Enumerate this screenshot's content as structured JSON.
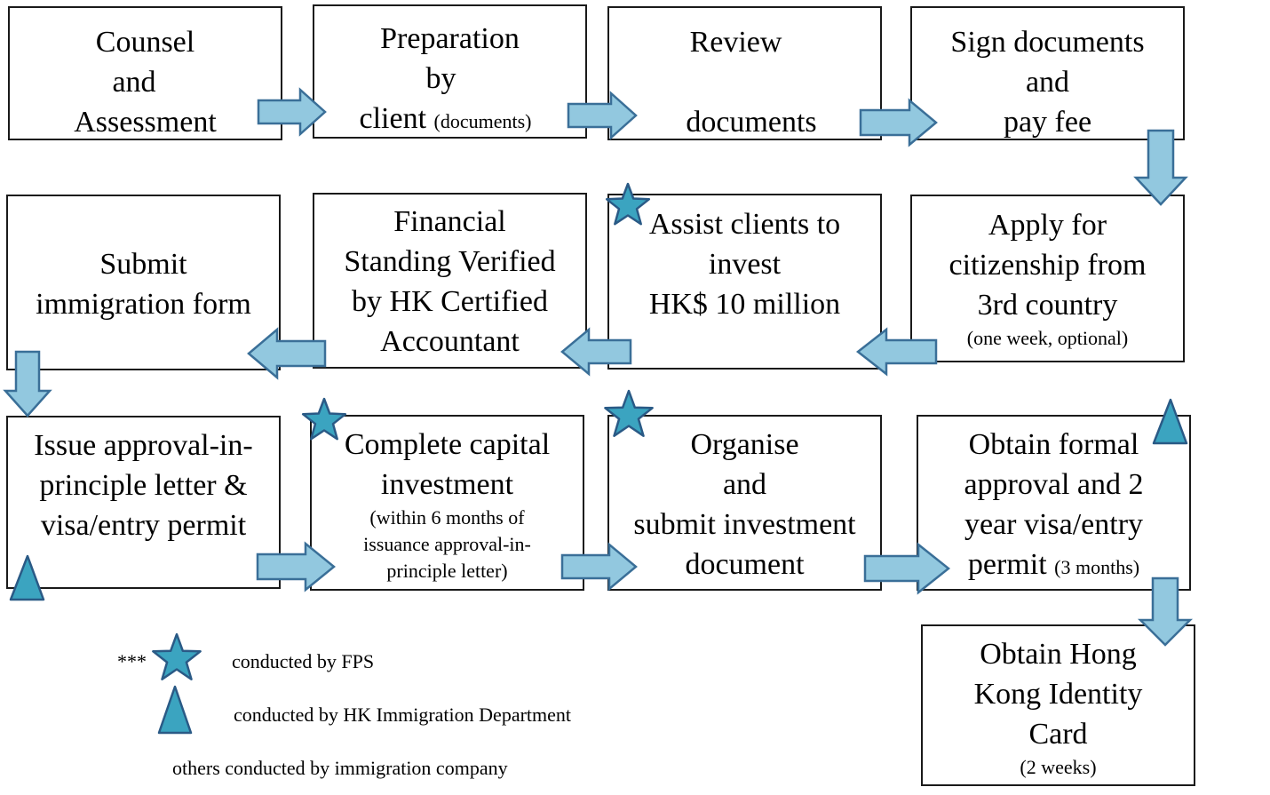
{
  "colors": {
    "arrow_fill": "#92c8df",
    "arrow_stroke": "#3a6f98",
    "marker_fill": "#3ba4c0",
    "marker_stroke": "#2a5a86",
    "box_border": "#1a1a1a"
  },
  "steps": {
    "counsel": {
      "l1": "Counsel",
      "l2": "and",
      "l3": "Assessment"
    },
    "preparation": {
      "l1": "Preparation",
      "l2": "by",
      "l3_main": "client",
      "l3_small": "(documents)"
    },
    "review": {
      "l1": "Review",
      "l2": "documents"
    },
    "sign": {
      "l1": "Sign documents",
      "l2": "and",
      "l3": "pay fee"
    },
    "apply": {
      "l1": "Apply for",
      "l2": "citizenship from",
      "l3": "3rd country",
      "note": "(one week, optional)"
    },
    "assist": {
      "l1": "Assist clients to",
      "l2": "invest",
      "l3": "HK$ 10 million"
    },
    "financial": {
      "l1": "Financial",
      "l2": "Standing Verified",
      "l3": "by HK Certified",
      "l4": "Accountant"
    },
    "submit": {
      "l1": "Submit",
      "l2": "immigration form"
    },
    "issue": {
      "l1": "Issue approval-in-",
      "l2": "principle letter &",
      "l3": "visa/entry permit"
    },
    "complete": {
      "l1": "Complete capital",
      "l2": "investment",
      "n1": "(within 6 months of",
      "n2": "issuance approval-in-",
      "n3": "principle letter)"
    },
    "organise": {
      "l1": "Organise",
      "l2": "and",
      "l3": "submit investment",
      "l4": "document"
    },
    "obtain_formal": {
      "l1": "Obtain formal",
      "l2": "approval and 2",
      "l3": "year visa/entry",
      "l4_main": "permit",
      "l4_small": "(3 months)"
    },
    "hkid": {
      "l1": "Obtain Hong",
      "l2": "Kong Identity",
      "l3": "Card",
      "note": "(2 weeks)"
    }
  },
  "legend": {
    "asterisks": "***",
    "star_label": "conducted by FPS",
    "triangle_label": "conducted by HK Immigration Department",
    "others_label": "others conducted by  immigration company",
    "star_icon": "star-icon",
    "triangle_icon": "triangle-icon"
  }
}
